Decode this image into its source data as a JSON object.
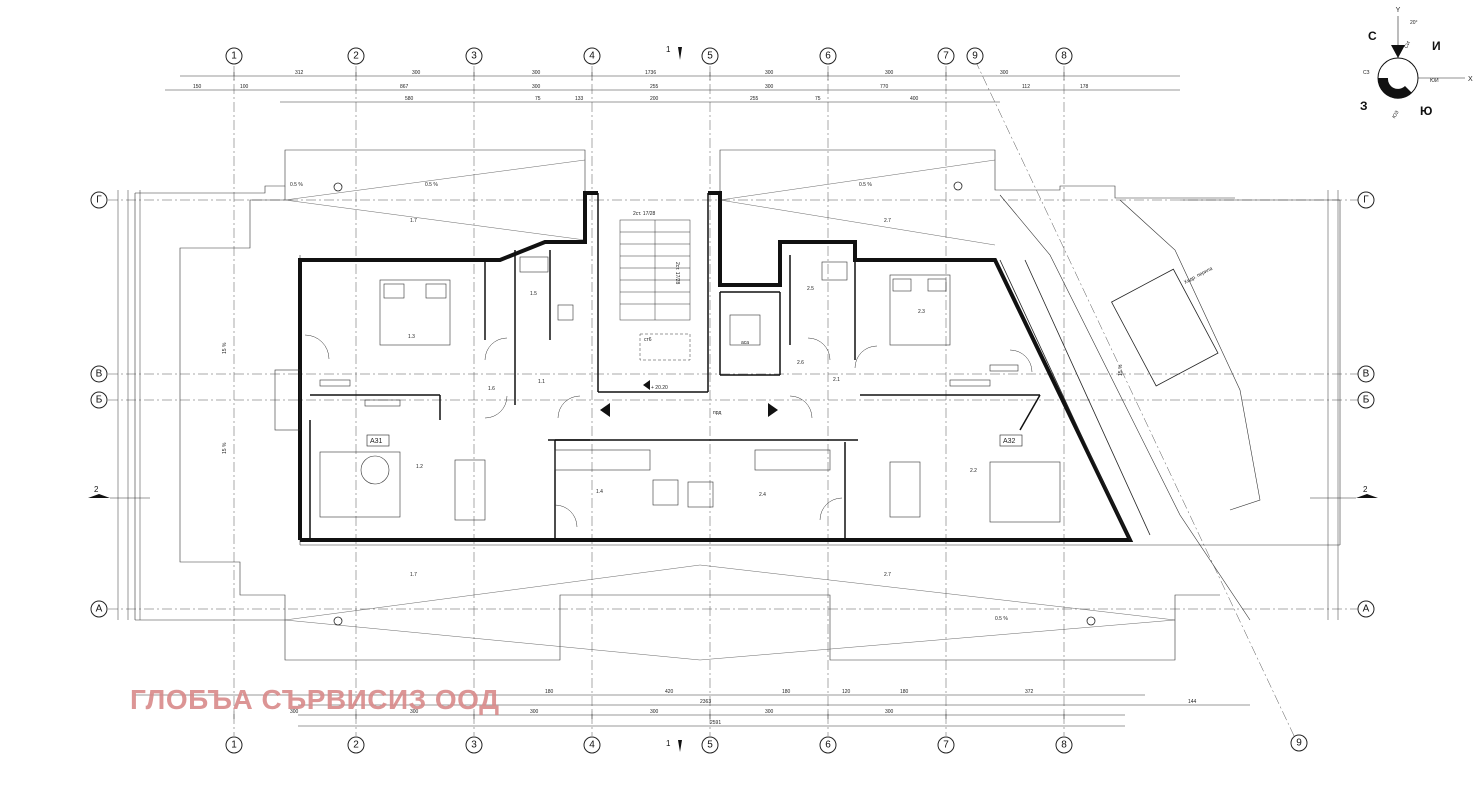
{
  "grid": {
    "columns": [
      "1",
      "2",
      "3",
      "4",
      "5",
      "6",
      "7",
      "8",
      "9"
    ],
    "rows": [
      "Г",
      "В",
      "Б",
      "А"
    ]
  },
  "section_marks": {
    "vertical": "1",
    "horizontal": "2"
  },
  "compass": {
    "north": "С",
    "northeast": "СИ",
    "east": "И",
    "southeast": "ЮИ",
    "south": "Ю",
    "southwest": "ЮЗ",
    "west": "З",
    "northwest": "СЗ",
    "x": "X",
    "y": "Y",
    "angle": "20°"
  },
  "dims_top_row1": [
    "312",
    "300",
    "300",
    "1736",
    "300",
    "300",
    "300"
  ],
  "dims_top_row2": [
    "150",
    "100",
    "867",
    "300",
    "255",
    "300",
    "770",
    "112",
    "178"
  ],
  "dims_top_row3": [
    "580",
    "75",
    "133",
    "200",
    "255",
    "75",
    "400"
  ],
  "dims_bottom_row1": [
    "180",
    "420",
    "180",
    "120",
    "180",
    "372"
  ],
  "dims_bottom_row2": [
    "2363",
    "144"
  ],
  "dims_bottom_row3": [
    "300",
    "300",
    "300",
    "300",
    "300",
    "300"
  ],
  "dims_bottom_row4": [
    "2591"
  ],
  "apartments": [
    "А31",
    "А32"
  ],
  "rooms_left": [
    "1.7",
    "1.3",
    "1.5",
    "1.6",
    "1.1",
    "1.2",
    "1.4",
    "1.7"
  ],
  "rooms_right": [
    "2.7",
    "2.3",
    "2.5",
    "2.6",
    "2.1",
    "2.2",
    "2.4",
    "2.7"
  ],
  "slopes": [
    "0.5 %",
    "0.5 %",
    "15 %",
    "15 %",
    "15 %",
    "0.5 %",
    "0.5 %"
  ],
  "stair_labels": [
    "2ст. 17/28",
    "2ст. 17/28",
    "ст6",
    "аса",
    "прд"
  ],
  "level_mark": "+ 20.20",
  "balcony_note": "Хидр. перила",
  "watermark": "ГЛОБЪА СЪРВИСИЗ ООД"
}
